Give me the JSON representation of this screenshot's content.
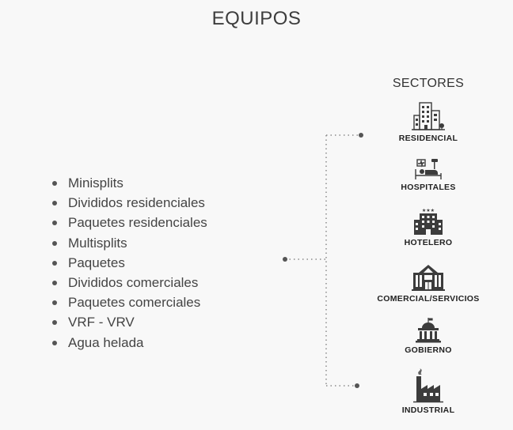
{
  "title": "EQUIPOS",
  "equipment": [
    "Minisplits",
    "Divididos residenciales",
    "Paquetes residenciales",
    "Multisplits",
    "Paquetes",
    "Divididos comerciales",
    "Paquetes comerciales",
    "VRF - VRV",
    "Agua helada"
  ],
  "sectors_title": "SECTORES",
  "sectors": [
    {
      "label": "RESIDENCIAL",
      "icon": "apartment-building-icon"
    },
    {
      "label": "HOSPITALES",
      "icon": "hospital-bed-icon"
    },
    {
      "label": "HOTELERO",
      "icon": "hotel-icon"
    },
    {
      "label": "COMERCIAL/SERVICIOS",
      "icon": "shopping-mall-icon"
    },
    {
      "label": "GOBIERNO",
      "icon": "government-building-icon"
    },
    {
      "label": "INDUSTRIAL",
      "icon": "factory-icon"
    }
  ],
  "colors": {
    "line": "#7a7a7a",
    "icon": "#3c3c3c"
  }
}
